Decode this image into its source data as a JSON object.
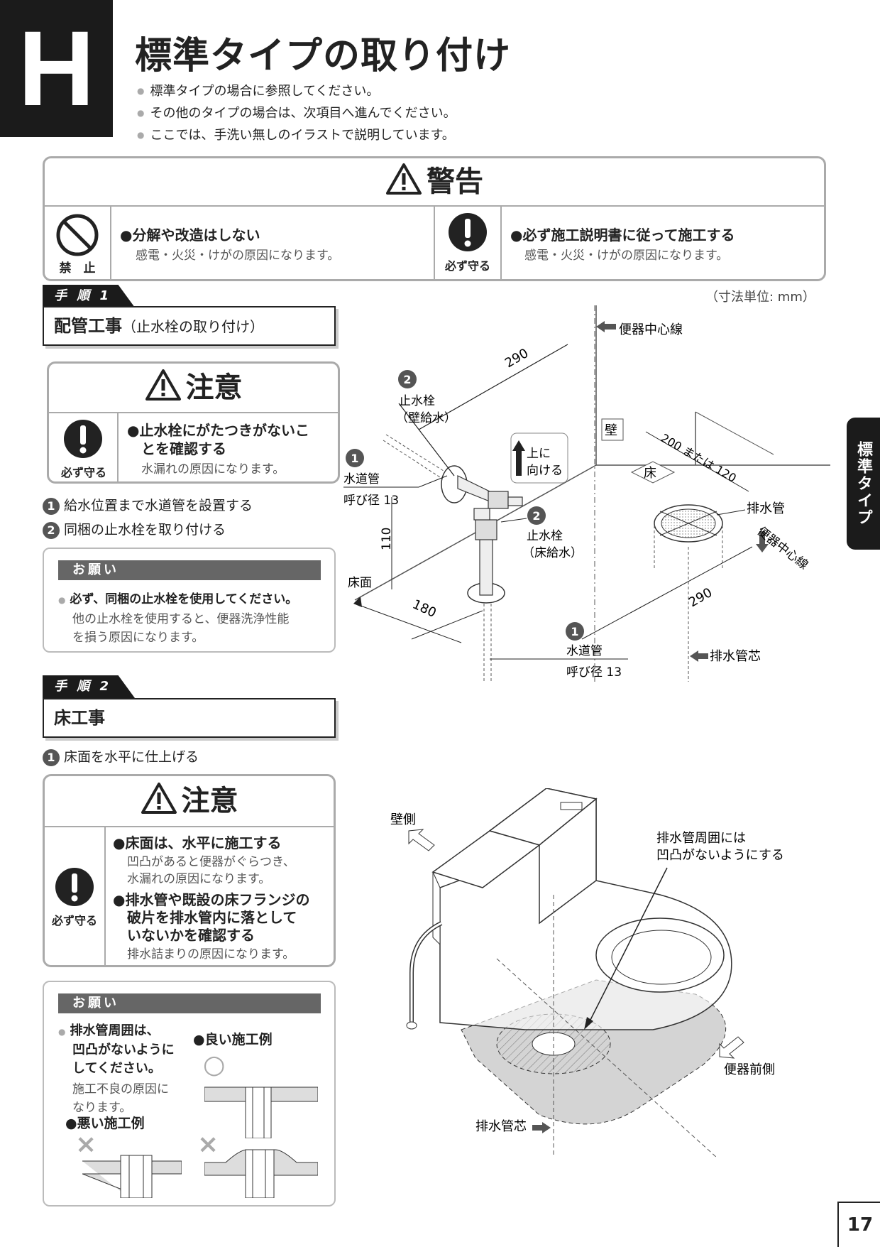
{
  "section_letter": "H",
  "title": "標準タイプの取り付け",
  "intro_bullets": [
    "標準タイプの場合に参照してください。",
    "その他のタイプの場合は、次項目へ進んでください。",
    "ここでは、手洗い無しのイラストで説明しています。"
  ],
  "warning": {
    "heading": "警告",
    "left": {
      "icon_label": "禁　止",
      "title": "●分解や改造はしない",
      "desc": "感電・火災・けがの原因になります。"
    },
    "right": {
      "icon_label": "必ず守る",
      "title": "●必ず施工説明書に従って施工する",
      "desc": "感電・火災・けがの原因になります。"
    }
  },
  "unit_note": "（寸法単位: mm）",
  "step1": {
    "tag": "手 順 1",
    "title_main": "配管工事",
    "title_sub": "（止水栓の取り付け）",
    "caution": {
      "heading": "注意",
      "icon_label": "必ず守る",
      "title_l1": "●止水栓にがたつきがないこ",
      "title_l2": "とを確認する",
      "desc": "水漏れの原因になります。"
    },
    "items": [
      {
        "num": "1",
        "text": "給水位置まで水道管を設置する"
      },
      {
        "num": "2",
        "text": "同梱の止水栓を取り付ける"
      }
    ],
    "request": {
      "heading": "お願い",
      "title": "必ず、同梱の止水栓を使用してください。",
      "desc_l1": "他の止水栓を使用すると、便器洗浄性能",
      "desc_l2": "を損う原因になります。"
    }
  },
  "diagram1": {
    "center_line": "便器中心線",
    "dim_290_top": "290",
    "valve_wall_num": "2",
    "valve_wall_l1": "止水栓",
    "valve_wall_l2": "（壁給水）",
    "wall": "壁",
    "floor": "床",
    "up_l1": "上に",
    "up_l2": "向ける",
    "dim_200": "200 または 120",
    "pipe_num": "1",
    "pipe_l1": "水道管",
    "pipe_l2": "呼び径 13",
    "drain_pipe": "排水管",
    "dim_110": "110",
    "valve_floor_num": "2",
    "valve_floor_l1": "止水栓",
    "valve_floor_l2": "（床給水）",
    "center_line2": "便器中心線",
    "floor_surface": "床面",
    "dim_180": "180",
    "dim_290_bottom": "290",
    "pipe2_num": "1",
    "pipe2_l1": "水道管",
    "pipe2_l2": "呼び径 13",
    "drain_center": "排水管芯"
  },
  "step2": {
    "tag": "手 順 2",
    "title_main": "床工事",
    "items": [
      {
        "num": "1",
        "text": "床面を水平に仕上げる"
      }
    ],
    "caution": {
      "heading": "注意",
      "icon_label": "必ず守る",
      "t1": "●床面は、水平に施工する",
      "d1_l1": "凹凸があると便器がぐらつき、",
      "d1_l2": "水漏れの原因になります。",
      "t2_l1": "●排水管や既設の床フランジの",
      "t2_l2": "破片を排水管内に落として",
      "t2_l3": "いないかを確認する",
      "d2": "排水詰まりの原因になります。"
    },
    "request": {
      "heading": "お願い",
      "t_l1": "排水管周囲は、",
      "t_l2": "凹凸がないように",
      "t_l3": "してください。",
      "d_l1": "施工不良の原因に",
      "d_l2": "なります。",
      "good": "●良い施工例",
      "good_mark": "○",
      "bad": "●悪い施工例",
      "bad_mark": "×"
    }
  },
  "diagram2": {
    "wall_side": "壁側",
    "note_l1": "排水管周囲には",
    "note_l2": "凹凸がないようにする",
    "front_side": "便器前側",
    "drain_center": "排水管芯"
  },
  "side_tab": "標準タイプ",
  "page_number": "17"
}
